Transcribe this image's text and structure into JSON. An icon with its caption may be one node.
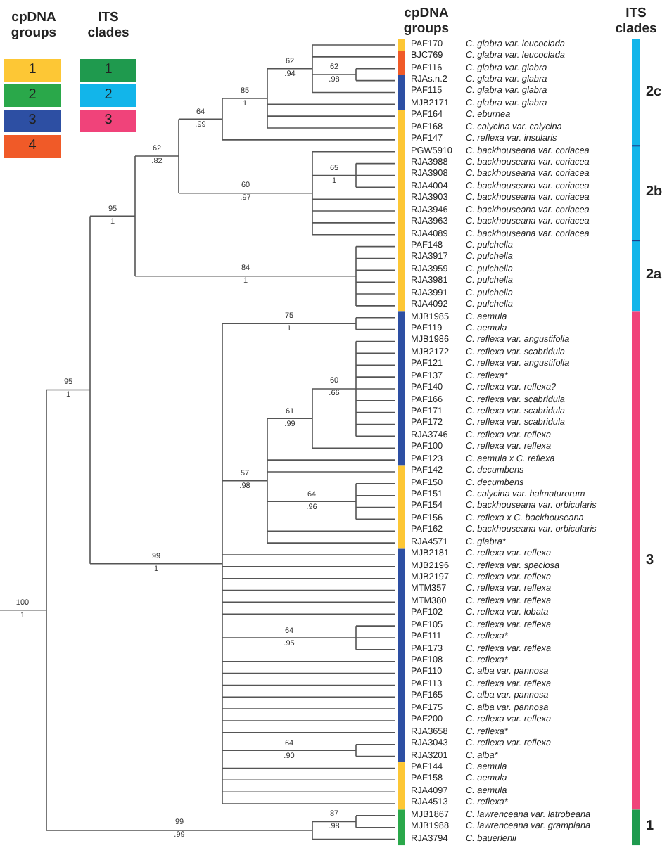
{
  "diagram": {
    "labels": [
      "cpDNA groups",
      "ITS clades",
      "cpDNA groups",
      "ITS clades",
      "62",
      ".94",
      "62",
      ".98",
      "85",
      "1",
      "64",
      ".99",
      "62",
      ".82",
      "65",
      "1",
      "60",
      ".97",
      "95",
      "1",
      "84",
      "1",
      "75",
      "1",
      "60",
      ".66",
      "61",
      ".99",
      "95",
      "1",
      "57",
      ".98",
      "64",
      ".96",
      "100",
      "1",
      "64",
      ".95",
      "99",
      "1",
      "64",
      ".90",
      "87",
      ".98",
      "99",
      ".99",
      "PAF170",
      "C. glabra var. leucoclada",
      "BJC769",
      "C. glabra var. leucoclada",
      "PAF116",
      "C. glabra var. glabra",
      "RJAs.n.2",
      "C. glabra var. glabra",
      "PAF115",
      "C. glabra var. glabra",
      "MJB2171",
      "C. glabra var. glabra",
      "PAF164",
      "C. eburnea",
      "PAF168",
      "C. calycina var. calycina",
      "PAF147",
      "C. reflexa var. insularis",
      "PGW5910",
      "C. backhouseana var. coriacea",
      "RJA3988",
      "C. backhouseana var. coriacea",
      "RJA3908",
      "C. backhouseana var. coriacea",
      "RJA4004",
      "C. backhouseana var. coriacea",
      "RJA3903",
      "C. backhouseana var. coriacea",
      "RJA3946",
      "C. backhouseana var. coriacea",
      "RJA3963",
      "C. backhouseana var. coriacea",
      "RJA4089",
      "C. backhouseana var. coriacea",
      "PAF148",
      "C. pulchella",
      "RJA3917",
      "C. pulchella",
      "RJA3959",
      "C. pulchella",
      "RJA3981",
      "C. pulchella",
      "RJA3991",
      "C. pulchella",
      "RJA4092",
      "C. pulchella",
      "MJB1985",
      "C. aemula",
      "PAF119",
      "C. aemula",
      "MJB1986",
      "C. reflexa var. angustifolia",
      "MJB2172",
      "C. reflexa var. scabridula",
      "PAF121",
      "C. reflexa var. angustifolia",
      "PAF137",
      "C. reflexa*",
      "PAF140",
      "C. reflexa var. reflexa?",
      "PAF166",
      "C. reflexa var. scabridula",
      "PAF171",
      "C. reflexa var. scabridula",
      "PAF172",
      "C. reflexa var. scabridula",
      "RJA3746",
      "C. reflexa var. reflexa",
      "PAF100",
      "C. reflexa var. reflexa",
      "PAF123",
      "C. aemula x C. reflexa",
      "PAF142",
      "C. decumbens",
      "PAF150",
      "C. decumbens",
      "PAF151",
      "C. calycina var. halmaturorum",
      "PAF154",
      "C. backhouseana var. orbicularis",
      "PAF156",
      "C. reflexa x C. backhouseana",
      "PAF162",
      "C. backhouseana var. orbicularis",
      "RJA4571",
      "C. glabra*",
      "MJB2181",
      "C. reflexa var. reflexa",
      "MJB2196",
      "C. reflexa var. speciosa",
      "MJB2197",
      "C. reflexa var. reflexa",
      "MTM357",
      "C. reflexa var. reflexa",
      "MTM380",
      "C. reflexa var. reflexa",
      "PAF102",
      "C. reflexa var. lobata",
      "PAF105",
      "C. reflexa var. reflexa",
      "PAF111",
      "C. reflexa*",
      "PAF173",
      "C. reflexa var. reflexa",
      "PAF108",
      "C. reflexa*",
      "PAF110",
      "C. alba var. pannosa",
      "PAF113",
      "C. reflexa var. reflexa",
      "PAF165",
      "C. alba var. pannosa",
      "PAF175",
      "C. alba var. pannosa",
      "PAF200",
      "C. reflexa var. reflexa",
      "RJA3658",
      "C. reflexa*",
      "RJA3043",
      "C. reflexa var. reflexa",
      "RJA3201",
      "C. alba*",
      "PAF144",
      "C. aemula",
      "PAF158",
      "C. aemula",
      "RJA4097",
      "C. aemula",
      "RJA4513",
      "C. reflexa*",
      "MJB1867",
      "C. lawrenceana var. latrobeana",
      "MJB1988",
      "C. lawrenceana var. grampiana",
      "RJA3794",
      "C. bauerlenii",
      "2c",
      "2b",
      "2a",
      "3",
      "1"
    ],
    "legend": [
      {
        "text": "1",
        "color": "#fdc735"
      },
      {
        "text": "2",
        "color": "#2aa84a"
      },
      {
        "text": "3",
        "color": "#2d4fa3"
      },
      {
        "text": "4",
        "color": "#f05a28"
      },
      {
        "text": "1",
        "color": "#1f9a4e"
      },
      {
        "text": "2",
        "color": "#12b5ea"
      },
      {
        "text": "3",
        "color": "#f0437a"
      }
    ]
  }
}
